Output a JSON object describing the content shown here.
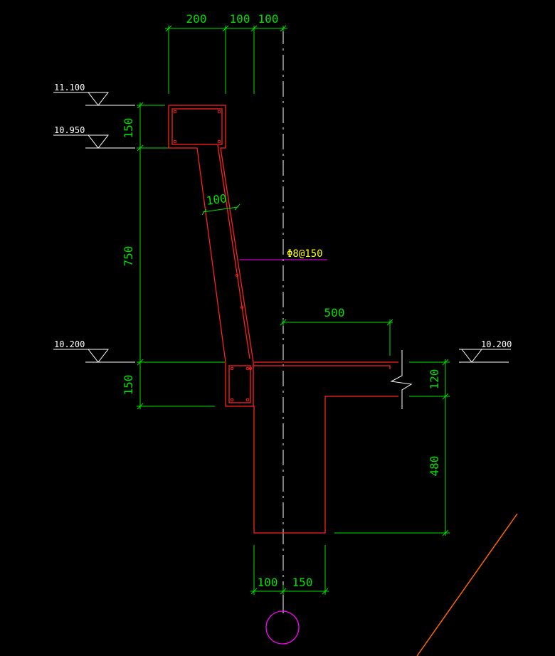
{
  "drawing": {
    "background": "#000000",
    "colors": {
      "dimension": "#00e000",
      "concrete_outline": "#ff2020",
      "level_marker": "#ffffff",
      "rebar_label": "#ffff00",
      "leader": "#ff00ff",
      "center_line": "#ffffff",
      "slope_line": "#ff6600"
    },
    "dimensions": {
      "top_widths": [
        "200",
        "100",
        "100"
      ],
      "parapet_height": "150",
      "panel_height": "750",
      "panel_thickness": "100",
      "bottom_beam_height": "150",
      "slab_length": "500",
      "slab_thickness": "120",
      "wall_drop": "480",
      "bottom_widths": [
        "100",
        "150"
      ]
    },
    "levels": {
      "top": "11.100",
      "second": "10.950",
      "left_base": "10.200",
      "right_base": "10.200"
    },
    "rebar_label": "Φ8@150",
    "icons": {
      "axis_marker": "circle-axis-icon",
      "break_symbol": "break-line-icon",
      "level_symbol": "level-triangle-icon"
    }
  }
}
